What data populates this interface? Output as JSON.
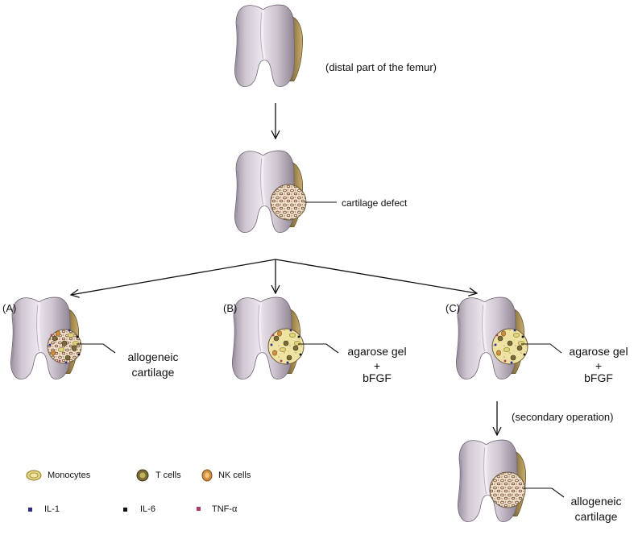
{
  "labels": {
    "femur": "(distal part of the femur)",
    "defect": "cartilage defect",
    "a_tag": "(A)",
    "b_tag": "(B)",
    "c_tag": "(C)",
    "a_text_1": "allogeneic",
    "a_text_2": "cartilage",
    "b_text_1": "agarose gel",
    "b_text_2": "+",
    "b_text_3": "bFGF",
    "c_text_1": "agarose gel",
    "c_text_2": "+",
    "c_text_3": "bFGF",
    "secondary": "(secondary operation)",
    "final_text_1": "allogeneic",
    "final_text_2": "cartilage"
  },
  "legend": {
    "monocytes": "Monocytes",
    "t_cells": "T cells",
    "nk_cells": "NK cells",
    "il1": "IL-1",
    "il6": "IL-6",
    "tnf": "TNF-α"
  },
  "colors": {
    "bone_light": "#e4dde6",
    "bone_mid": "#b2a7b6",
    "bone_shadow": "#8c808f",
    "condyle_side": "#9a7d45",
    "cartilage": "#e8d7c0",
    "cartilage_dots": "#8a5a3a",
    "gel": "#efe3a2",
    "monocyte": "#d9c76a",
    "t_cell": "#6b5a2e",
    "nk_cell": "#c8873a",
    "il1": "#2b2f8a",
    "il6": "#111111",
    "tnf": "#b03a6a"
  }
}
